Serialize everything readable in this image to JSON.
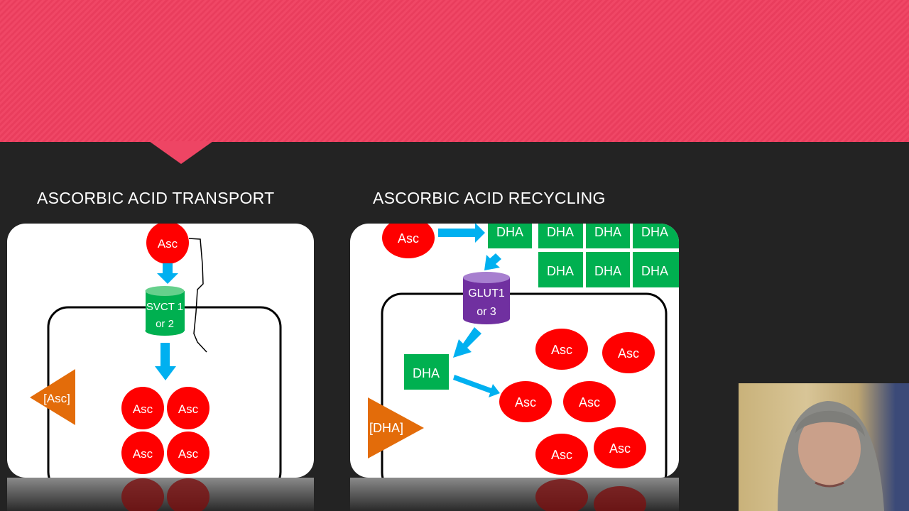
{
  "slide": {
    "left_title": "ASCORBIC ACID TRANSPORT",
    "right_title": "ASCORBIC ACID RECYCLING"
  },
  "transport_diagram": {
    "outer_asc": "Asc",
    "transporter_line1": "SVCT 1",
    "transporter_line2": "or 2",
    "concentration": "[Asc]",
    "inner_asc": [
      "Asc",
      "Asc",
      "Asc",
      "Asc"
    ]
  },
  "recycling_diagram": {
    "outer_asc": "Asc",
    "outer_dha": [
      "DHA",
      "DHA",
      "DHA",
      "DHA",
      "DHA",
      "DHA",
      "DHA"
    ],
    "transporter_line1": "GLUT1",
    "transporter_line2": "or 3",
    "inner_dha": "DHA",
    "concentration": "[DHA]",
    "inner_asc": [
      "Asc",
      "Asc",
      "Asc",
      "Asc",
      "Asc",
      "Asc"
    ]
  },
  "colors": {
    "banner": "#f04766",
    "asc": "#ff0000",
    "dha": "#00b050",
    "glut": "#7030a0",
    "arrow": "#00b0f0",
    "triangle": "#e36c0a"
  }
}
